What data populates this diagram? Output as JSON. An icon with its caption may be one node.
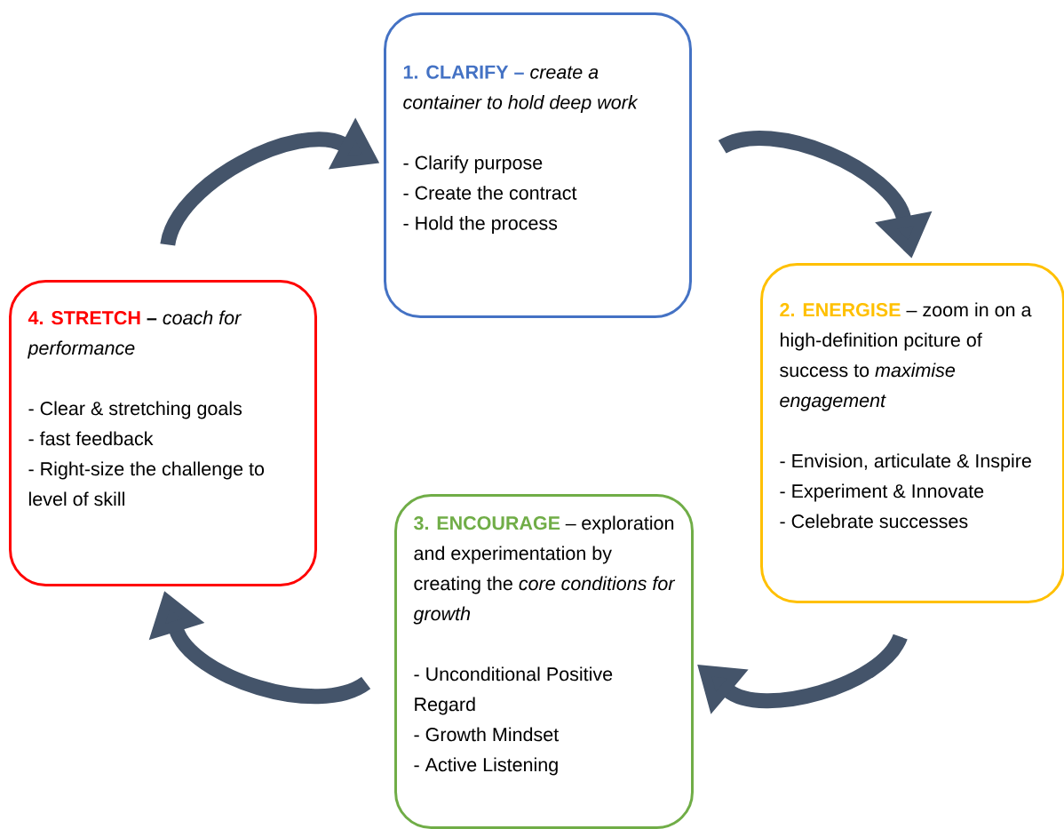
{
  "diagram": {
    "nodes": [
      {
        "text": [
          "1. CLARIFY –",
          "*create a container to hold deep work*",
          "- Clarify purpose",
          "- Create the contract",
          "- Hold the process"
        ]
      },
      {
        "text": [
          "2. ENERGISE",
          "– zoom in on a high-definition pciture of success to *maximise engagement*",
          "- Envision, articulate & Inspire",
          "- Experiment & Innovate",
          "-  Celebrate successes"
        ]
      },
      {
        "text": [
          "3. ENCOURAGE",
          "– exploration and experimentation by creating the *core conditions for growth*",
          "- Unconditional Positive Regard",
          "- Growth Mindset",
          "- Active Listening"
        ]
      },
      {
        "text": [
          "4. STRETCH",
          "**–** *coach for performance*",
          "- Clear & stretching goals",
          "- fast feedback",
          "- Right-size the challenge to level of skill"
        ]
      }
    ],
    "edges": [
      {
        "from": 0,
        "to": 1,
        "arrow": "to"
      },
      {
        "from": 1,
        "to": 2,
        "arrow": "to"
      },
      {
        "from": 2,
        "to": 3,
        "arrow": "to"
      },
      {
        "from": 3,
        "to": 0,
        "arrow": "to"
      }
    ]
  }
}
